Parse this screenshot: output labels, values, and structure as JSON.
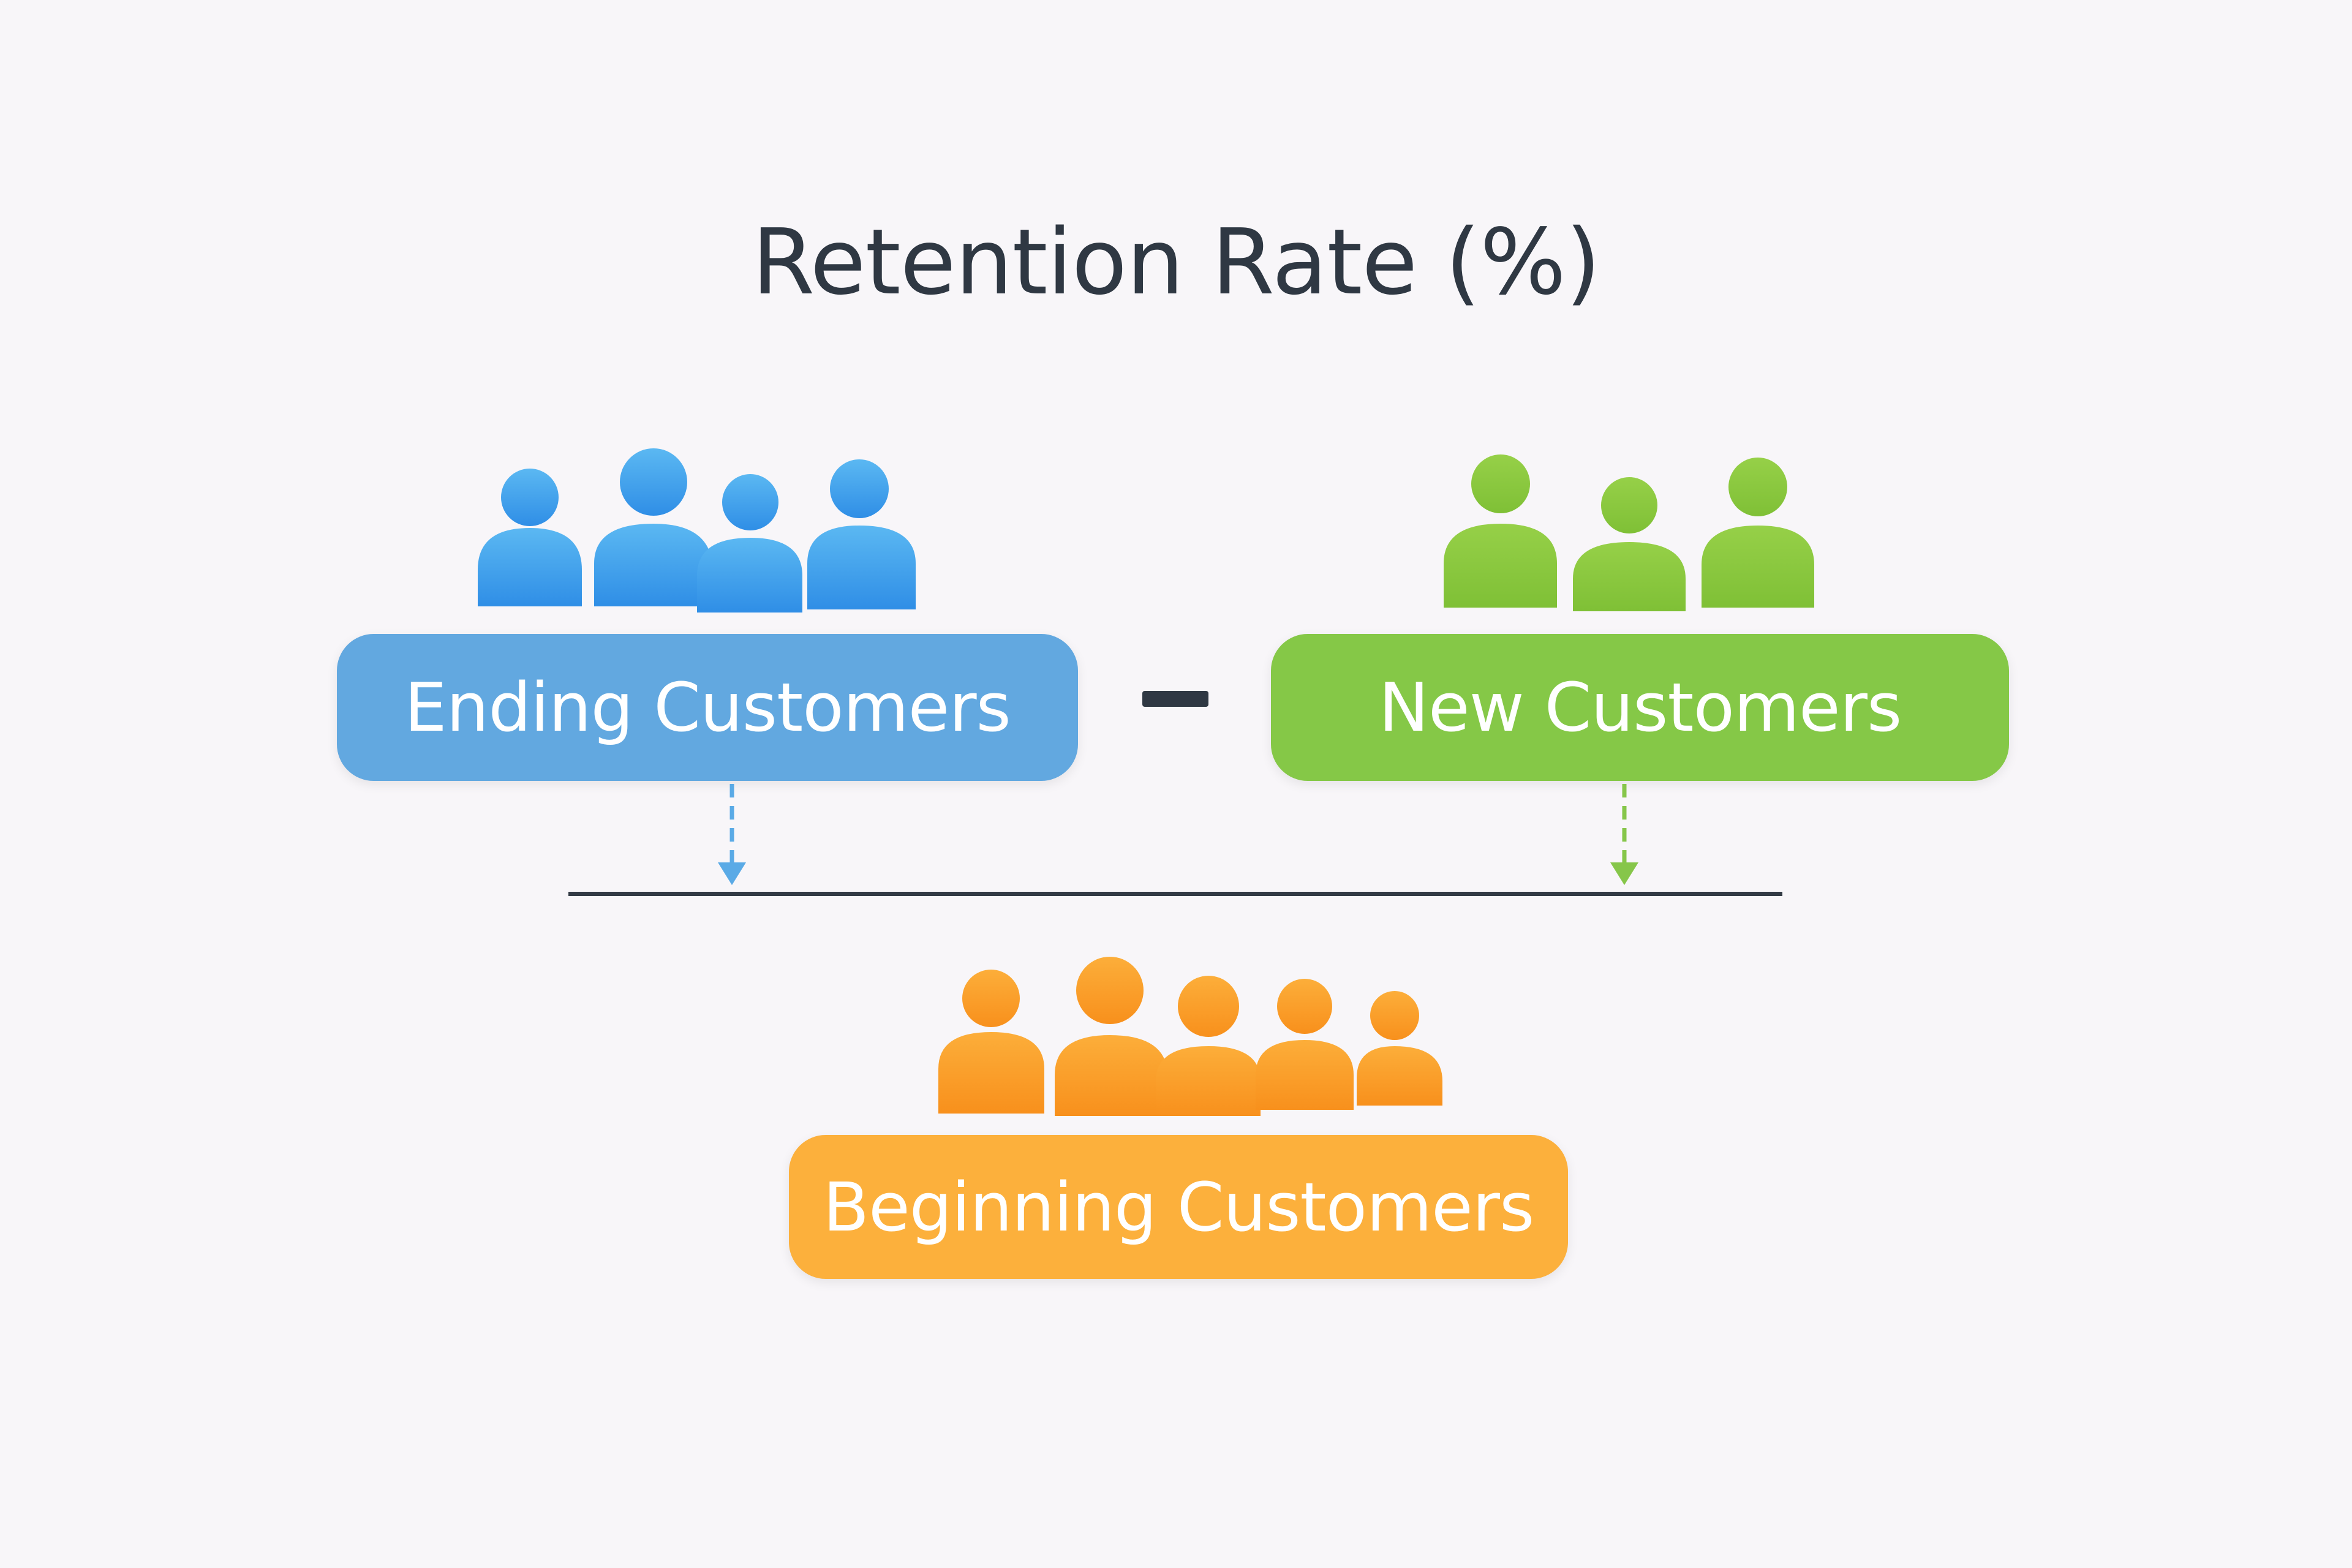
{
  "title": "Retention Rate (%)",
  "numerator": {
    "ending": {
      "label": "Ending Customers",
      "color": "#62a8e0",
      "icon_color": "#46a6ee",
      "people": 4
    },
    "operator": "-",
    "new": {
      "label": "New Customers",
      "color": "#85c847",
      "icon_color": "#8ecb3c",
      "people": 3
    }
  },
  "denominator": {
    "beginning": {
      "label": "Beginning Customers",
      "color": "#fcb03c",
      "icon_color": "#fb9c25",
      "people": 5
    }
  },
  "connectors": {
    "ending_color": "#5aaae6",
    "new_color": "#86c64a",
    "style": "dashed-arrow"
  },
  "divider_color": "#333b45"
}
